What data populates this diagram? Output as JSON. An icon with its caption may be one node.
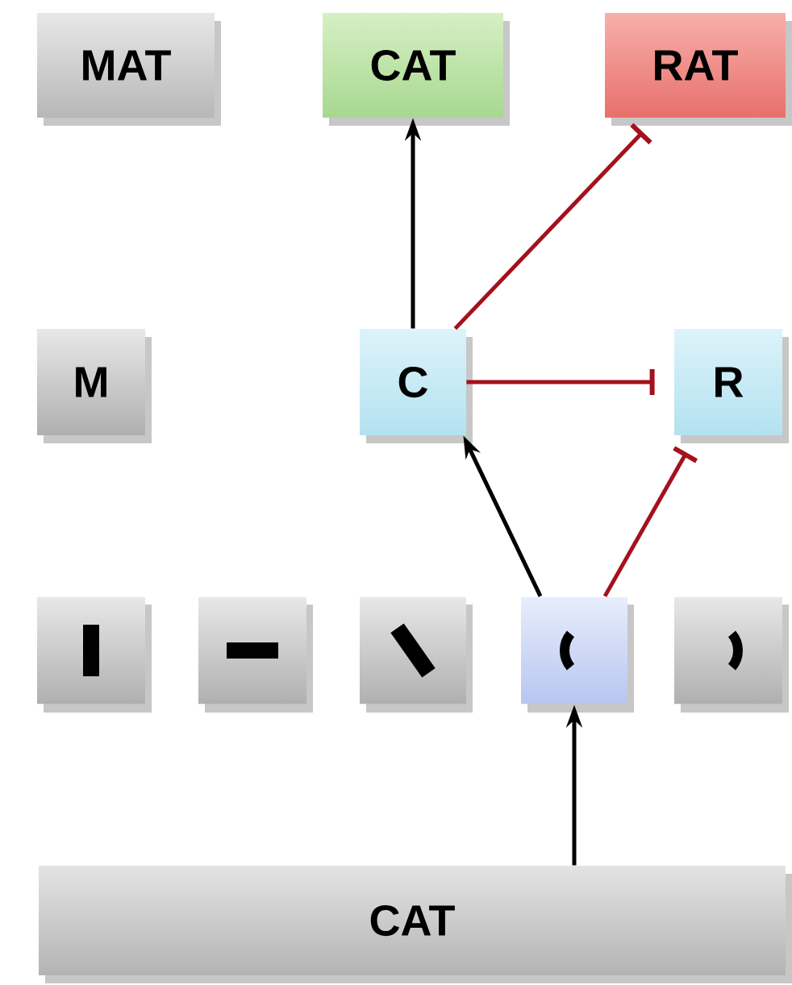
{
  "diagram": {
    "nodes": [
      {
        "text": [
          "MAT"
        ]
      },
      {
        "text": [
          "CAT"
        ]
      },
      {
        "text": [
          "RAT"
        ]
      },
      {
        "text": [
          "M"
        ]
      },
      {
        "text": [
          "C"
        ]
      },
      {
        "text": [
          "R"
        ]
      },
      {
        "text": [],
        "shape": "box"
      },
      {
        "text": [],
        "shape": "box"
      },
      {
        "text": [],
        "shape": "box"
      },
      {
        "text": [],
        "shape": "box"
      },
      {
        "text": [],
        "shape": "box"
      },
      {
        "text": [
          "CAT"
        ]
      }
    ],
    "edges": [
      {
        "from": 4,
        "to": 1,
        "arrow": "to"
      },
      {
        "from": 4,
        "to": 2,
        "arrow": "other",
        "color": "#a3111c"
      },
      {
        "from": 4,
        "to": 5,
        "arrow": "other",
        "color": "#a3111c"
      },
      {
        "from": 9,
        "to": 4,
        "arrow": "to"
      },
      {
        "from": 9,
        "to": 5,
        "arrow": "other",
        "color": "#a3111c"
      },
      {
        "from": 11,
        "to": 9,
        "arrow": "to"
      }
    ]
  }
}
